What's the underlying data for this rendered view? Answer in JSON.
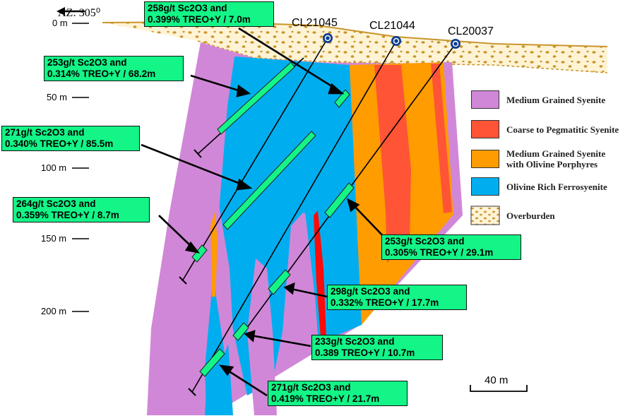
{
  "azimuth": {
    "label": "AZ: 305⁰"
  },
  "depth_labels": [
    "0 m",
    "50 m",
    "100 m",
    "150 m",
    "200 m"
  ],
  "drill_holes": [
    "CL21045",
    "CL21044",
    "CL20037"
  ],
  "intercepts": [
    {
      "line1": "258g/t Sc2O3 and",
      "line2": "0.399% TREO+Y / 7.0m"
    },
    {
      "line1": "253g/t Sc2O3 and",
      "line2": "0.314% TREO+Y / 68.2m"
    },
    {
      "line1": "271g/t Sc2O3 and",
      "line2": "0.340% TREO+Y / 85.5m"
    },
    {
      "line1": "264g/t Sc2O3 and",
      "line2": "0.359% TREO+Y / 8.7m"
    },
    {
      "line1": "253g/t Sc2O3 and",
      "line2": "0.305% TREO+Y / 29.1m"
    },
    {
      "line1": "298g/t Sc2O3 and",
      "line2": "0.332% TREO+Y / 17.7m"
    },
    {
      "line1": "233g/t Sc2O3 and",
      "line2": "0.389 TREO+Y / 10.7m"
    },
    {
      "line1": "271g/t Sc2O3 and",
      "line2": "0.419% TREO+Y / 21.7m"
    }
  ],
  "legend": [
    {
      "line1": "Medium Grained Syenite",
      "line2": "",
      "color": "#d187d8"
    },
    {
      "line1": "Coarse to Pegmatitic Syenite",
      "line2": "",
      "color": "#ff5436"
    },
    {
      "line1": "Medium Grained Syenite",
      "line2": "with Olivine Porphyres",
      "color": "#ff9c00"
    },
    {
      "line1": "Olivine Rich Ferrosyenite",
      "line2": "",
      "color": "#00aeef"
    },
    {
      "line1": "Overburden",
      "line2": "",
      "color": "#fff3d6"
    }
  ],
  "scale": {
    "label": "40 m"
  },
  "colors": {
    "intercept_fill": "#13f587",
    "syenite": "#d187d8",
    "pegmatitic": "#ff5436",
    "olivine_porphyre": "#ff9c00",
    "ferrosyenite": "#00aeef",
    "red_dyke": "#ff0a0a",
    "overburden_fill": "#fff3d6",
    "overburden_dots": "#c8962a",
    "drill_collar": "#0b3d91"
  },
  "icons": [
    "arrow-left-icon",
    "drill-collar-icon"
  ]
}
